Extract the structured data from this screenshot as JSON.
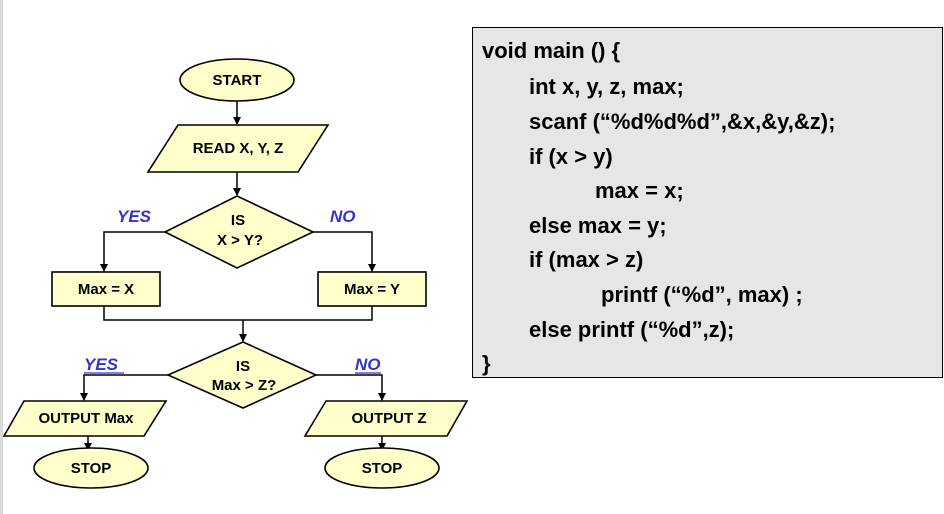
{
  "colors": {
    "node_fill": "#ffffcc",
    "code_background": "#e6e6e6",
    "branch_label": "#3333cc"
  },
  "flowchart": {
    "start": "START",
    "read": "READ  X, Y, Z",
    "decision1": {
      "line1": "IS",
      "line2": "X > Y?"
    },
    "decision1_yes": "YES",
    "decision1_no": "NO",
    "assign_x": "Max = X",
    "assign_y": "Max = Y",
    "decision2": {
      "line1": "IS",
      "line2": "Max > Z?"
    },
    "decision2_yes": "YES",
    "decision2_no": "NO",
    "output_max": "OUTPUT  Max",
    "output_z": "OUTPUT  Z",
    "stop_left": "STOP",
    "stop_right": "STOP"
  },
  "code": {
    "lines": [
      "void main () {",
      "int x, y, z, max;",
      "scanf (“%d%d%d”,&x,&y,&z);",
      "if (x > y)",
      "max = x;",
      "else max = y;",
      "if (max > z)",
      "printf (“%d”, max) ;",
      "else printf (“%d”,z);",
      "}"
    ]
  }
}
